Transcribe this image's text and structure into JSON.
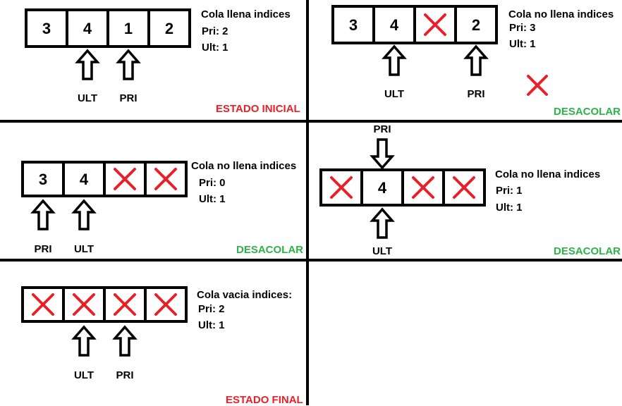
{
  "colors": {
    "red": "#e8202a",
    "green": "#2db34a"
  },
  "panels": [
    {
      "cells": [
        "3",
        "4",
        "1",
        "2"
      ],
      "heading": "Cola llena indices",
      "pri_line": "Pri: 2",
      "ult_line": "Ult: 1",
      "pointers": [
        {
          "cell": 1,
          "label": "ULT"
        },
        {
          "cell": 2,
          "label": "PRI"
        }
      ],
      "status": "ESTADO INICIAL"
    },
    {
      "cells": [
        "3",
        "4",
        "X",
        "2"
      ],
      "heading": "Cola no llena indices",
      "pri_line": "Pri: 3",
      "ult_line": "Ult: 1",
      "pointers": [
        {
          "cell": 1,
          "label": "ULT"
        },
        {
          "cell": 3,
          "label": "PRI"
        }
      ],
      "status": "DESACOLAR"
    },
    {
      "cells": [
        "3",
        "4",
        "X",
        "X"
      ],
      "heading": "Cola no llena indices",
      "pri_line": "Pri: 0",
      "ult_line": "Ult: 1",
      "pointers": [
        {
          "cell": 0,
          "label": "PRI"
        },
        {
          "cell": 1,
          "label": "ULT"
        }
      ],
      "status": "DESACOLAR"
    },
    {
      "cells": [
        "X",
        "4",
        "X",
        "X"
      ],
      "heading": "Cola no llena indices",
      "pri_line": "Pri: 1",
      "ult_line": "Ult: 1",
      "pointers": [
        {
          "cell": 1,
          "label": "PRI"
        },
        {
          "cell": 1,
          "label": "ULT"
        }
      ],
      "status": "DESACOLAR"
    },
    {
      "cells": [
        "X",
        "X",
        "X",
        "X"
      ],
      "heading": "Cola vacia indices:",
      "pri_line": "Pri: 2",
      "ult_line": "Ult: 1",
      "pointers": [
        {
          "cell": 1,
          "label": "ULT"
        },
        {
          "cell": 2,
          "label": "PRI"
        }
      ],
      "status": "ESTADO FINAL"
    }
  ]
}
